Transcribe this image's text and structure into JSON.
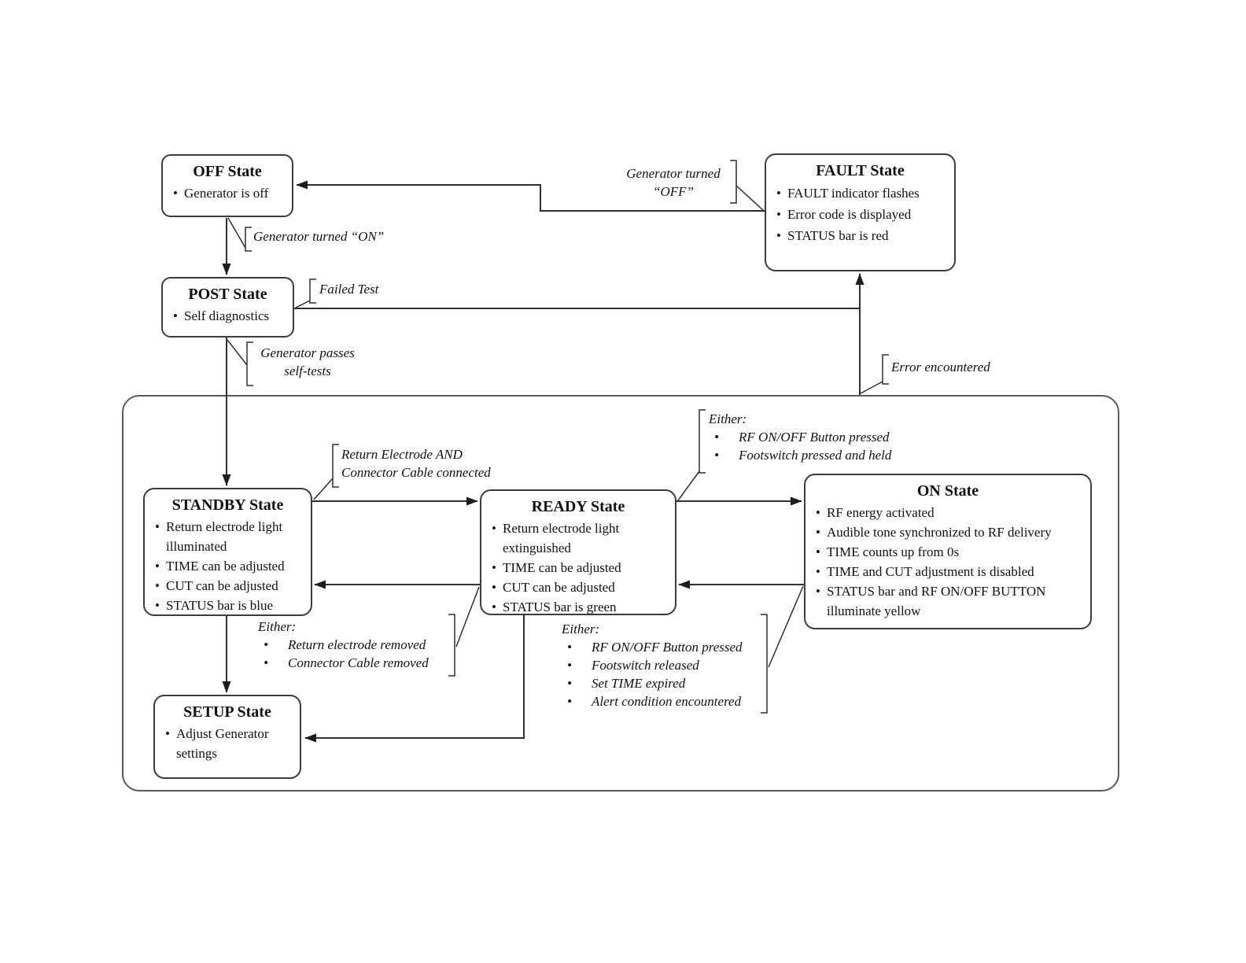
{
  "diagram": {
    "title": "Generator state transition diagram",
    "colors": {
      "line": "#2f2f2f",
      "box_border": "#3c3c3c",
      "container_border": "#5a5a5a",
      "text": "#111111",
      "background": "#ffffff"
    },
    "states": {
      "off": {
        "title": "OFF State",
        "bullets": [
          "Generator is off"
        ]
      },
      "post": {
        "title": "POST State",
        "bullets": [
          "Self diagnostics"
        ]
      },
      "fault": {
        "title": "FAULT State",
        "bullets": [
          "FAULT indicator flashes",
          "Error code is displayed",
          "STATUS bar is red"
        ]
      },
      "standby": {
        "title": "STANDBY State",
        "bullets": [
          "Return electrode light illuminated",
          "TIME can be adjusted",
          "CUT can be adjusted",
          "STATUS bar is blue"
        ]
      },
      "ready": {
        "title": "READY State",
        "bullets": [
          "Return electrode light extinguished",
          "TIME can be adjusted",
          "CUT can be adjusted",
          "STATUS bar is green"
        ]
      },
      "on": {
        "title": "ON State",
        "bullets": [
          "RF energy activated",
          "Audible tone synchronized to RF delivery",
          "TIME counts up from 0s",
          "TIME and CUT adjustment is disabled",
          "STATUS bar and RF ON/OFF BUTTON illuminate yellow"
        ]
      },
      "setup": {
        "title": "SETUP State",
        "bullets": [
          "Adjust Generator settings"
        ]
      }
    },
    "transitions": {
      "generator_on": {
        "lines": [
          "Generator turned “ON”"
        ]
      },
      "failed_test": {
        "lines": [
          "Failed Test"
        ]
      },
      "passes_tests": {
        "lines": [
          "Generator passes",
          "self-tests"
        ]
      },
      "generator_off": {
        "lines": [
          "Generator turned",
          "“OFF”"
        ]
      },
      "error": {
        "lines": [
          "Error encountered"
        ]
      },
      "connected": {
        "lines": [
          "Return Electrode AND",
          "Connector Cable connected"
        ]
      },
      "either_ready_to_on": {
        "heading": "Either:",
        "bullets": [
          "RF ON/OFF Button pressed",
          "Footswitch pressed and held"
        ]
      },
      "either_ready_to_standby": {
        "heading": "Either:",
        "bullets": [
          "Return electrode removed",
          "Connector Cable removed"
        ]
      },
      "either_on_to_ready": {
        "heading": "Either:",
        "bullets": [
          "RF ON/OFF Button pressed",
          "Footswitch released",
          "Set TIME expired",
          "Alert condition encountered"
        ]
      }
    }
  }
}
